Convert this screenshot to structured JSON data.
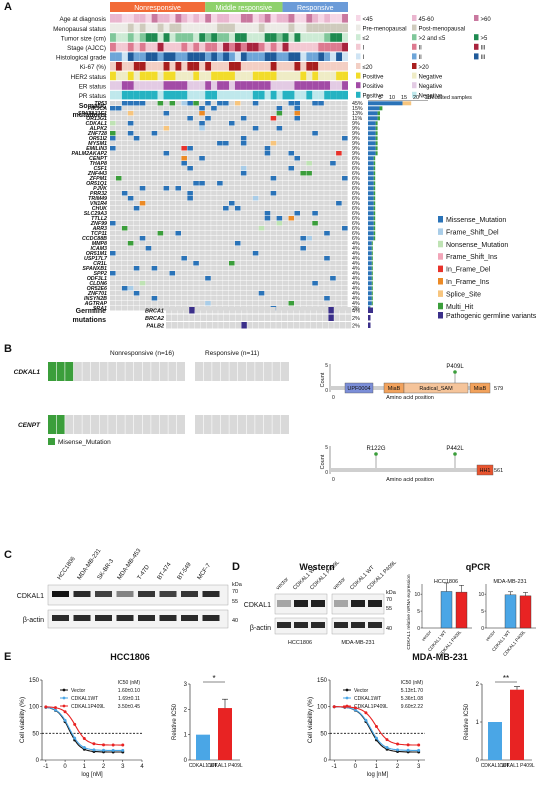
{
  "panels": {
    "A": {
      "label": "A",
      "response_groups": [
        {
          "label": "Nonresponsive",
          "color": "#f26b38",
          "count": 16
        },
        {
          "label": "Middle responsive",
          "color": "#8fd16c",
          "count": 13
        },
        {
          "label": "Responsive",
          "color": "#6b9bd8",
          "count": 11
        }
      ],
      "clinical_tracks": [
        {
          "label": "Age at diagnosis",
          "legend": [
            {
              "text": "<45",
              "color": "#f6d7e6"
            },
            {
              "text": "45-60",
              "color": "#eab6cf"
            },
            {
              "text": ">60",
              "color": "#c9789f"
            }
          ]
        },
        {
          "label": "Menopausal status",
          "legend": [
            {
              "text": "Pre-menopausal",
              "color": "#ecebe6"
            },
            {
              "text": "Post-menopausal",
              "color": "#cfcbbd"
            }
          ]
        },
        {
          "label": "Tumor size (cm)",
          "legend": [
            {
              "text": "≤2",
              "color": "#cdebd5"
            },
            {
              "text": ">2 and ≤5",
              "color": "#7fc79a"
            },
            {
              "text": ">5",
              "color": "#1e8a50"
            }
          ]
        },
        {
          "label": "Stage (AJCC)",
          "legend": [
            {
              "text": "I",
              "color": "#f3c9d3"
            },
            {
              "text": "II",
              "color": "#dd7a90"
            },
            {
              "text": "III",
              "color": "#a8233e"
            }
          ]
        },
        {
          "label": "Histological grade",
          "legend": [
            {
              "text": "I",
              "color": "#cfe4f4"
            },
            {
              "text": "II",
              "color": "#6ea5d8"
            },
            {
              "text": "III",
              "color": "#1f5a9a"
            }
          ]
        },
        {
          "label": "Ki-67 (%)",
          "legend": [
            {
              "text": "≤20",
              "color": "#f3cfc4"
            },
            {
              "text": ">20",
              "color": "#a81e1e"
            }
          ]
        },
        {
          "label": "HER2 status",
          "legend": [
            {
              "text": "Positive",
              "color": "#f2dc2a"
            },
            {
              "text": "Negative",
              "color": "#efecc6"
            }
          ]
        },
        {
          "label": "ER status",
          "legend": [
            {
              "text": "Positive",
              "color": "#a24ba6"
            },
            {
              "text": "Negative",
              "color": "#e3cbe4"
            }
          ]
        },
        {
          "label": "PR status",
          "legend": [
            {
              "text": "Positive",
              "color": "#25b3c2"
            },
            {
              "text": "Negative",
              "color": "#bfe8ec"
            }
          ]
        }
      ],
      "somatic_title": "Somatic mutations",
      "germline_title": "Germline mutations",
      "bar_axis": {
        "ticks": [
          "0",
          "5",
          "10",
          "15",
          "20",
          "25"
        ],
        "label": "Mutated samples"
      },
      "genes": [
        {
          "name": "TP53",
          "pct": "45%",
          "count": 18
        },
        {
          "name": "PIK3CA",
          "pct": "15%",
          "count": 6
        },
        {
          "name": "SPATA31E1",
          "pct": "13%",
          "count": 5
        },
        {
          "name": "OR13G1",
          "pct": "11%",
          "count": 5
        },
        {
          "name": "CDKAL1",
          "pct": "9%",
          "count": 4
        },
        {
          "name": "ALPK2",
          "pct": "9%",
          "count": 4
        },
        {
          "name": "ZNF728",
          "pct": "9%",
          "count": 4
        },
        {
          "name": "OR51I2",
          "pct": "9%",
          "count": 4
        },
        {
          "name": "MYSM1",
          "pct": "9%",
          "count": 4
        },
        {
          "name": "EMILIN3",
          "pct": "9%",
          "count": 4
        },
        {
          "name": "PALM2AKAP2",
          "pct": "9%",
          "count": 4
        },
        {
          "name": "CENPT",
          "pct": "6%",
          "count": 3
        },
        {
          "name": "THAP8",
          "pct": "6%",
          "count": 3
        },
        {
          "name": "CSF1",
          "pct": "6%",
          "count": 3
        },
        {
          "name": "ZNF443",
          "pct": "6%",
          "count": 3
        },
        {
          "name": "ZFPM1",
          "pct": "6%",
          "count": 3
        },
        {
          "name": "OR51Q1",
          "pct": "6%",
          "count": 3
        },
        {
          "name": "PJVK",
          "pct": "6%",
          "count": 3
        },
        {
          "name": "PRR32",
          "pct": "6%",
          "count": 3
        },
        {
          "name": "TRIM49",
          "pct": "6%",
          "count": 3
        },
        {
          "name": "VN1R4",
          "pct": "6%",
          "count": 3
        },
        {
          "name": "CHUK",
          "pct": "6%",
          "count": 3
        },
        {
          "name": "SLC29A3",
          "pct": "6%",
          "count": 3
        },
        {
          "name": "TTLL2",
          "pct": "6%",
          "count": 3
        },
        {
          "name": "ZNF99",
          "pct": "6%",
          "count": 3
        },
        {
          "name": "ARR3",
          "pct": "6%",
          "count": 3
        },
        {
          "name": "TCP11",
          "pct": "6%",
          "count": 3
        },
        {
          "name": "CCDC88B",
          "pct": "6%",
          "count": 3
        },
        {
          "name": "MMP8",
          "pct": "4%",
          "count": 2
        },
        {
          "name": "ICAM3",
          "pct": "4%",
          "count": 2
        },
        {
          "name": "OR51M1",
          "pct": "4%",
          "count": 2
        },
        {
          "name": "USP17L7",
          "pct": "4%",
          "count": 2
        },
        {
          "name": "CR1L",
          "pct": "4%",
          "count": 2
        },
        {
          "name": "SPANXB1",
          "pct": "4%",
          "count": 2
        },
        {
          "name": "SPP2",
          "pct": "4%",
          "count": 2
        },
        {
          "name": "ODF3L1",
          "pct": "4%",
          "count": 2
        },
        {
          "name": "CLDN6",
          "pct": "4%",
          "count": 2
        },
        {
          "name": "OR52E6",
          "pct": "4%",
          "count": 2
        },
        {
          "name": "ZNF701",
          "pct": "4%",
          "count": 2
        },
        {
          "name": "INSYN2B",
          "pct": "4%",
          "count": 2
        },
        {
          "name": "AGTRAP",
          "pct": "4%",
          "count": 2
        },
        {
          "name": "SRA1",
          "pct": "2%",
          "count": 1
        }
      ],
      "germline_genes": [
        {
          "name": "BRCA1",
          "pct": "4%",
          "count": 2
        },
        {
          "name": "BRCA2",
          "pct": "2%",
          "count": 1
        },
        {
          "name": "PALB2",
          "pct": "2%",
          "count": 1
        }
      ],
      "mutation_legend": [
        {
          "text": "Missense_Mutation",
          "color": "#2a73b8"
        },
        {
          "text": "Frame_Shift_Del",
          "color": "#a9cde8"
        },
        {
          "text": "Nonsense_Mutation",
          "color": "#bfe3b4"
        },
        {
          "text": "Frame_Shift_Ins",
          "color": "#f2a5b8"
        },
        {
          "text": "In_Frame_Del",
          "color": "#e8322a"
        },
        {
          "text": "In_Frame_Ins",
          "color": "#ec8a25"
        },
        {
          "text": "Splice_Site",
          "color": "#f7c57e"
        },
        {
          "text": "Multi_Hit",
          "color": "#3b9e3b"
        }
      ],
      "germline_legend": {
        "text": "Pathogenic germline variants",
        "color": "#3b2f8a"
      }
    },
    "B": {
      "label": "B",
      "group_titles": [
        "Nonresponsive (n=16)",
        "Responsive (n=11)"
      ],
      "rows": [
        "CDKAL1",
        "CENPT"
      ],
      "legend": {
        "text": "Misense_Mutation",
        "color": "#3b9e3b"
      },
      "lollipop1": {
        "ylabel": "Count",
        "xlabel": "Amino acid position",
        "yticks": [
          "0",
          "5"
        ],
        "length": "579",
        "start": "0",
        "mutation": "P409L",
        "domains": [
          {
            "text": "UPF0004",
            "color": "#7b8ed8"
          },
          {
            "text": "MiaB",
            "color": "#f2a25c"
          },
          {
            "text": "Radical_SAM",
            "color": "#f5c49a"
          },
          {
            "text": "MiaB",
            "color": "#f2a25c"
          }
        ]
      },
      "lollipop2": {
        "ylabel": "Count",
        "xlabel": "Amino acid position",
        "yticks": [
          "0",
          "5"
        ],
        "length": "561",
        "start": "0",
        "mutations": [
          "R122G",
          "P442L"
        ],
        "domains": [
          {
            "text": "HH1",
            "color": "#e8542e"
          }
        ]
      }
    },
    "C": {
      "label": "C",
      "lanes": [
        "HCC1806",
        "MDA-MB-231",
        "SK-BR-3",
        "MDA-MB-453",
        "T-47D",
        "BT-474",
        "BT-549",
        "MCF-7"
      ],
      "rows": [
        "CDKAL1",
        "β-actin"
      ],
      "kda_label": "kDa",
      "markers": [
        "70",
        "55",
        "40"
      ]
    },
    "D": {
      "label": "D",
      "western_title": "Western",
      "lanes": [
        "vector",
        "CDKAL1",
        "CDKAL1",
        "vector",
        "CDKAL1",
        "CDKAL1"
      ],
      "lane_subs": [
        "",
        "WT",
        "P409L",
        "",
        "WT",
        "P409L"
      ],
      "rows": [
        "CDKAL1",
        "β-actin"
      ],
      "kda_label": "kDa",
      "markers": [
        "70",
        "55",
        "40"
      ],
      "cell_lines": [
        "HCC1806",
        "MDA-MB-231"
      ],
      "qpcr_title": "qPCR",
      "qpcr_ylabel": "CDKAL1 relative mRNA expression",
      "qpcr_yticks": [
        "0",
        "5",
        "10"
      ],
      "qpcr_charts": [
        {
          "title": "HCC1806",
          "bars": [
            {
              "label": "vector",
              "value": 0,
              "color": "#ffffff"
            },
            {
              "label": "CDKAL1",
              "sub": "WT",
              "value": 10.8,
              "err": 2.5,
              "color": "#4aa6e6"
            },
            {
              "label": "CDKAL1",
              "sub": "P409L",
              "value": 10.6,
              "err": 2.0,
              "color": "#e82323"
            }
          ]
        },
        {
          "title": "MDA-MB-231",
          "bars": [
            {
              "label": "vector",
              "value": 0,
              "color": "#ffffff"
            },
            {
              "label": "CDKAL1",
              "sub": "WT",
              "value": 9.8,
              "err": 0.9,
              "color": "#4aa6e6"
            },
            {
              "label": "CDKAL1",
              "sub": "P409L",
              "value": 9.5,
              "err": 1.0,
              "color": "#e82323"
            }
          ]
        }
      ]
    },
    "E": {
      "label": "E",
      "titles": [
        "HCC1806",
        "MDA-MB-231"
      ],
      "ylabel": "Cell viability (%)",
      "xlabel": "log [nM]",
      "xticks": [
        "-1",
        "0",
        "1",
        "2",
        "3"
      ],
      "xticks2": [
        "-1",
        "0",
        "1",
        "2",
        "3",
        "4"
      ],
      "yticks": [
        "0",
        "50",
        "100",
        "150"
      ],
      "ic50_header": "IC50 (nM)",
      "rel_ylabel": "Relative IC50",
      "curves": [
        {
          "series": [
            {
              "name": "Vector",
              "ic50": "1.60±0.10",
              "color": "#111111"
            },
            {
              "name": "CDKAL1WT",
              "ic50": "1.69±0.11",
              "color": "#4aa6e6"
            },
            {
              "name": "CDKAL1P409L",
              "ic50": "3.50±0.45",
              "color": "#e82323"
            }
          ]
        },
        {
          "series": [
            {
              "name": "Vector",
              "ic50": "5.13±1.70",
              "color": "#111111"
            },
            {
              "name": "CDKAL1WT",
              "ic50": "5.36±1.08",
              "color": "#4aa6e6"
            },
            {
              "name": "CDKAL1P409L",
              "ic50": "9.60±2.22",
              "color": "#e82323"
            }
          ]
        }
      ],
      "rel_charts": [
        {
          "sig": "*",
          "bars": [
            {
              "label": "CDKAL1",
              "sub": "WT",
              "value": 1.0,
              "err": 0,
              "color": "#4aa6e6"
            },
            {
              "label": "CDKAL1",
              "sub": "P409L",
              "value": 2.05,
              "err": 0.35,
              "color": "#e82323"
            }
          ],
          "yticks": [
            "0",
            "1",
            "2",
            "3"
          ]
        },
        {
          "sig": "**",
          "bars": [
            {
              "label": "CDKAL1",
              "sub": "WT",
              "value": 1.0,
              "err": 0,
              "color": "#4aa6e6"
            },
            {
              "label": "CDKAL1",
              "sub": "P409L",
              "value": 1.85,
              "err": 0.08,
              "color": "#e82323"
            }
          ],
          "yticks": [
            "0",
            "1",
            "2"
          ]
        }
      ]
    }
  }
}
